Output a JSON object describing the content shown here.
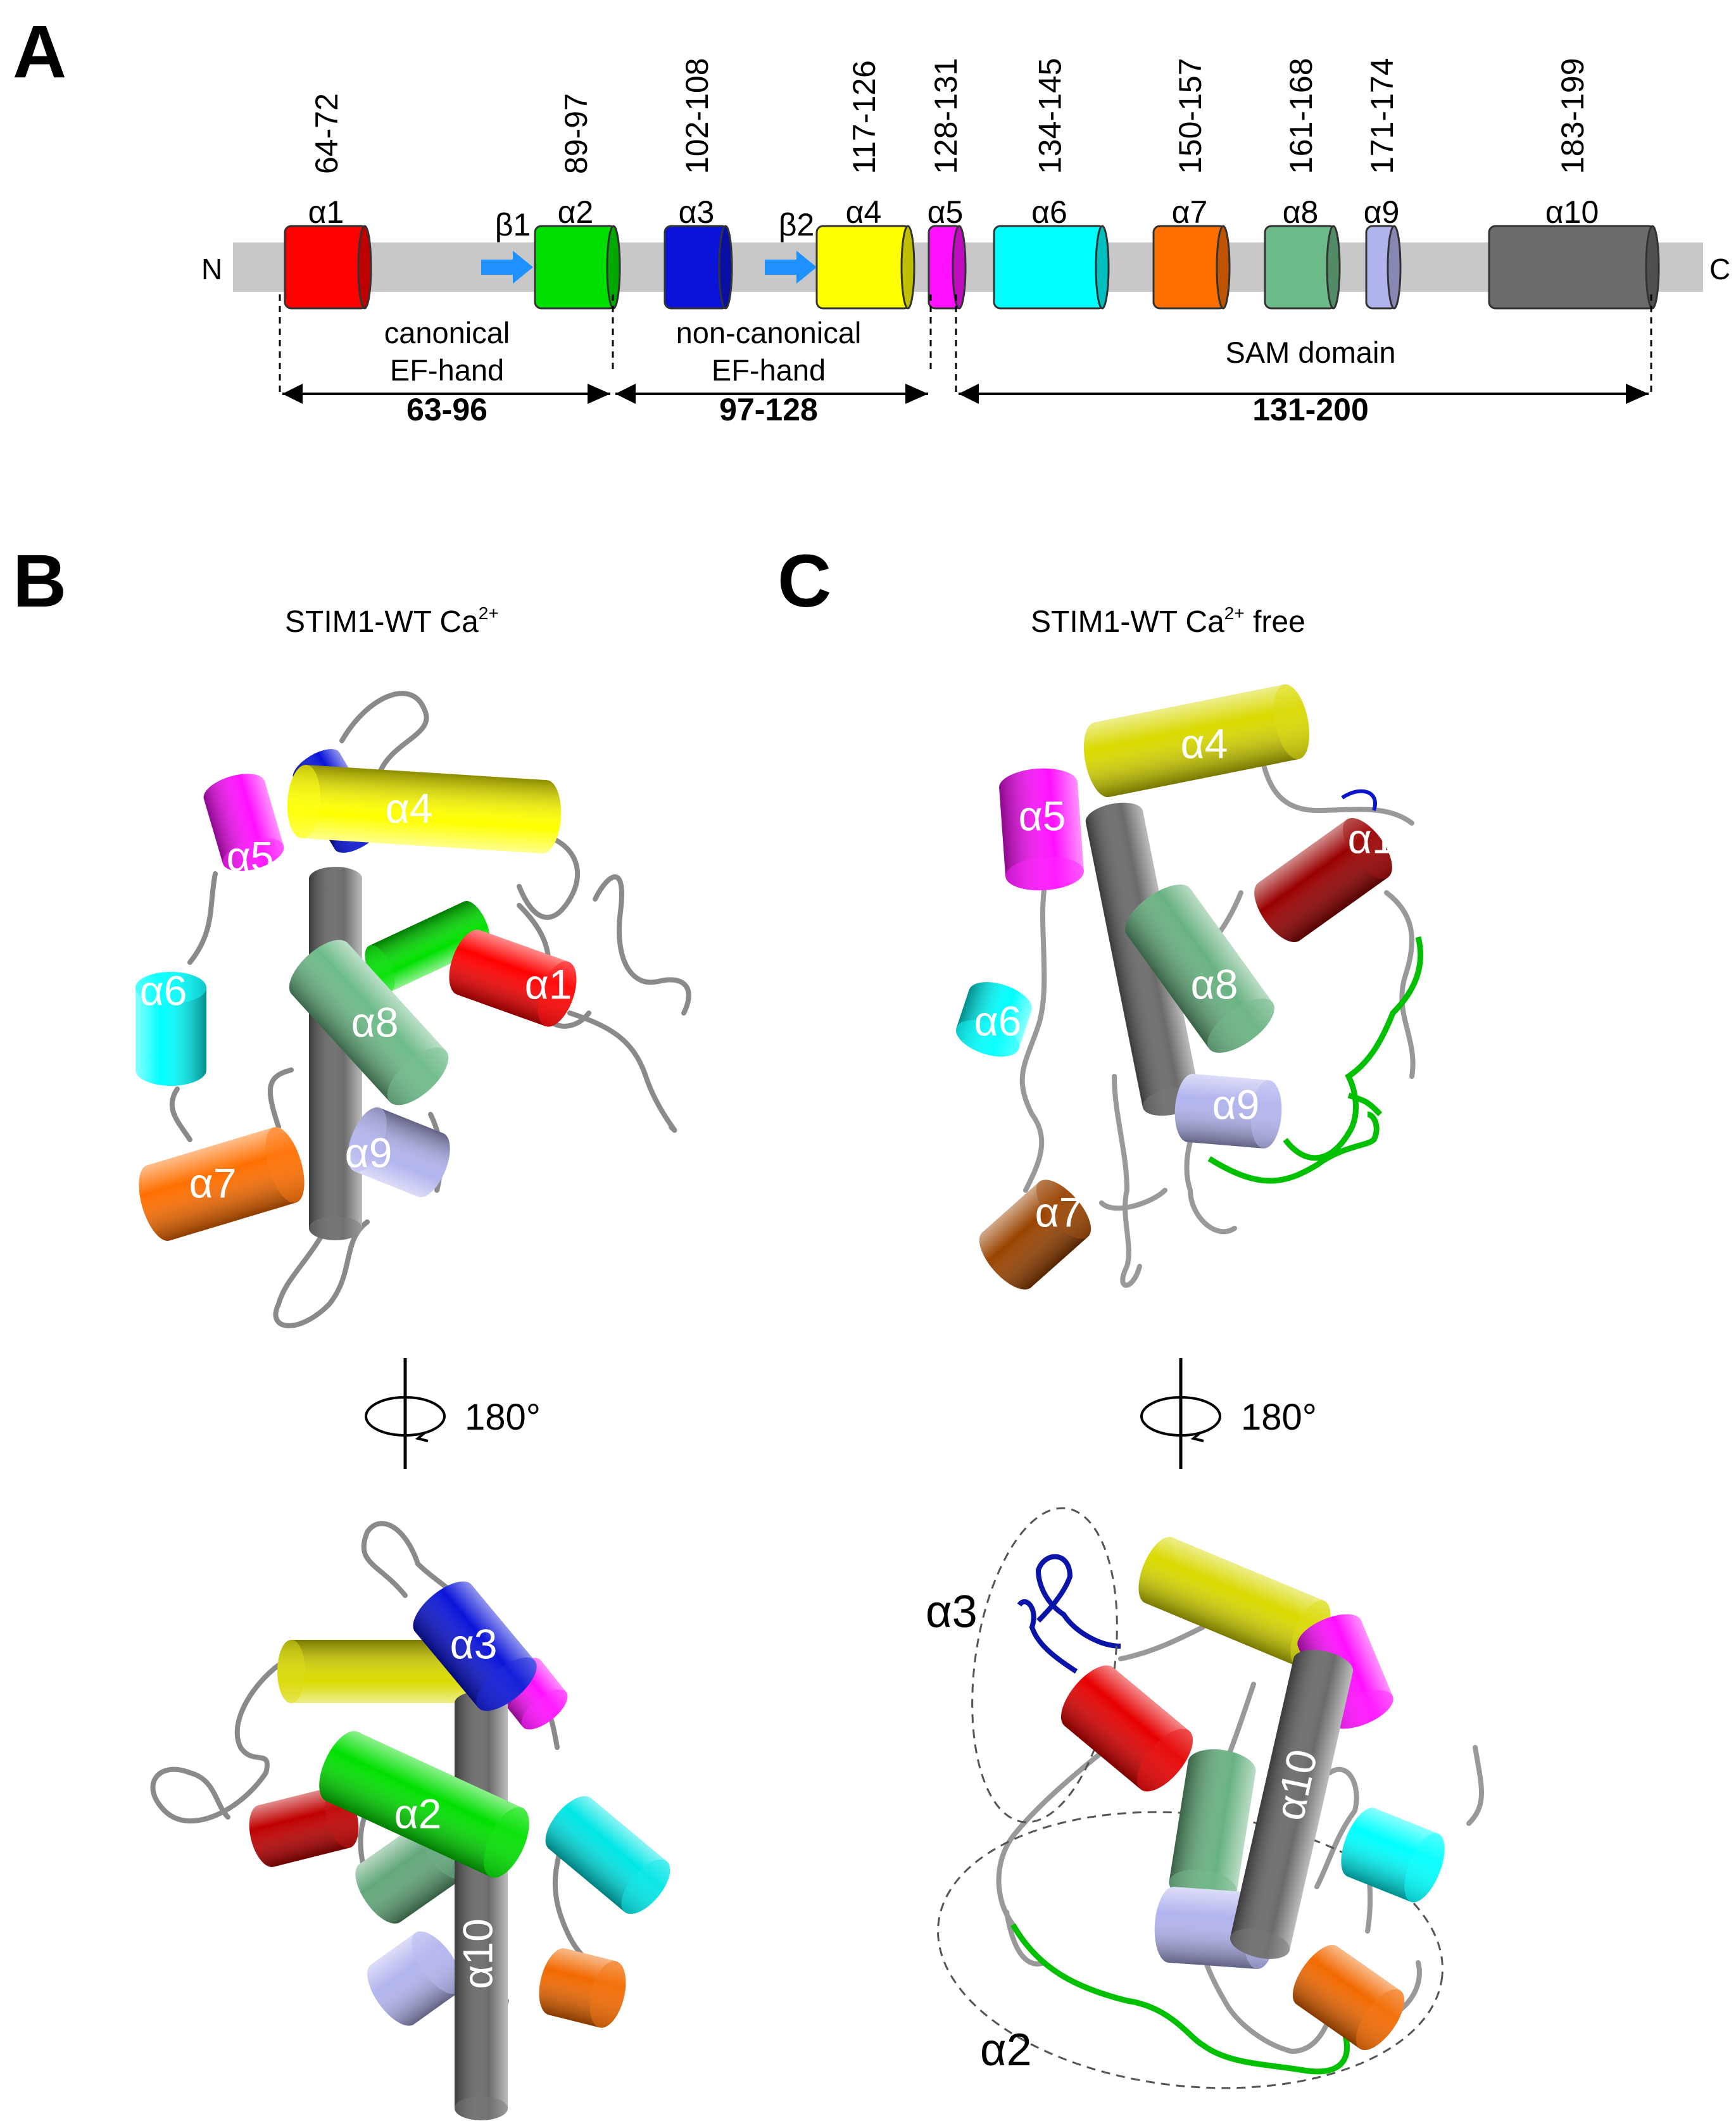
{
  "panels": {
    "a": "A",
    "b": "B",
    "c": "C"
  },
  "topology": {
    "n_term": "N",
    "c_term": "C",
    "helices": [
      {
        "name": "α1",
        "range": "64-72",
        "color": "#ff0000"
      },
      {
        "name": "α2",
        "range": "89-97",
        "color": "#00e000"
      },
      {
        "name": "α3",
        "range": "102-108",
        "color": "#0a14d8"
      },
      {
        "name": "α4",
        "range": "117-126",
        "color": "#ffff00"
      },
      {
        "name": "α5",
        "range": "128-131",
        "color": "#ff10ff"
      },
      {
        "name": "α6",
        "range": "134-145",
        "color": "#00ffff"
      },
      {
        "name": "α7",
        "range": "150-157",
        "color": "#ff6f00"
      },
      {
        "name": "α8",
        "range": "161-168",
        "color": "#6dbb88"
      },
      {
        "name": "α9",
        "range": "171-174",
        "color": "#b2b4ee"
      },
      {
        "name": "α10",
        "range": "183-199",
        "color": "#6b6b6b"
      }
    ],
    "strands": [
      {
        "name": "β1",
        "color": "#1e90ff"
      },
      {
        "name": "β2",
        "color": "#1e90ff"
      }
    ],
    "domains": [
      {
        "line1": "canonical",
        "line2": "EF-hand",
        "span": "63-96"
      },
      {
        "line1": "non-canonical",
        "line2": "EF-hand",
        "span": "97-128"
      },
      {
        "line1": "SAM domain",
        "line2": "",
        "span": "131-200"
      }
    ]
  },
  "panel_b": {
    "title": "STIM1-WT Ca",
    "title_sup": "2+",
    "rotation": "180°",
    "top_labels": [
      "α4",
      "α5",
      "α6",
      "α8",
      "α1",
      "α9",
      "α7"
    ],
    "bottom_labels": [
      "α3",
      "α2",
      "α10"
    ]
  },
  "panel_c": {
    "title": "STIM1-WT Ca",
    "title_sup": "2+",
    "title_suffix": " free",
    "rotation": "180°",
    "top_labels": [
      "α4",
      "α5",
      "α1",
      "α8",
      "α6",
      "α9",
      "α7"
    ],
    "bottom_labels": [
      "α10"
    ],
    "outside_labels": [
      "α3",
      "α2"
    ]
  },
  "colors": {
    "backbone": "#c8c8c8",
    "loop": "#8a8a8a",
    "loop_c": "#999999"
  }
}
